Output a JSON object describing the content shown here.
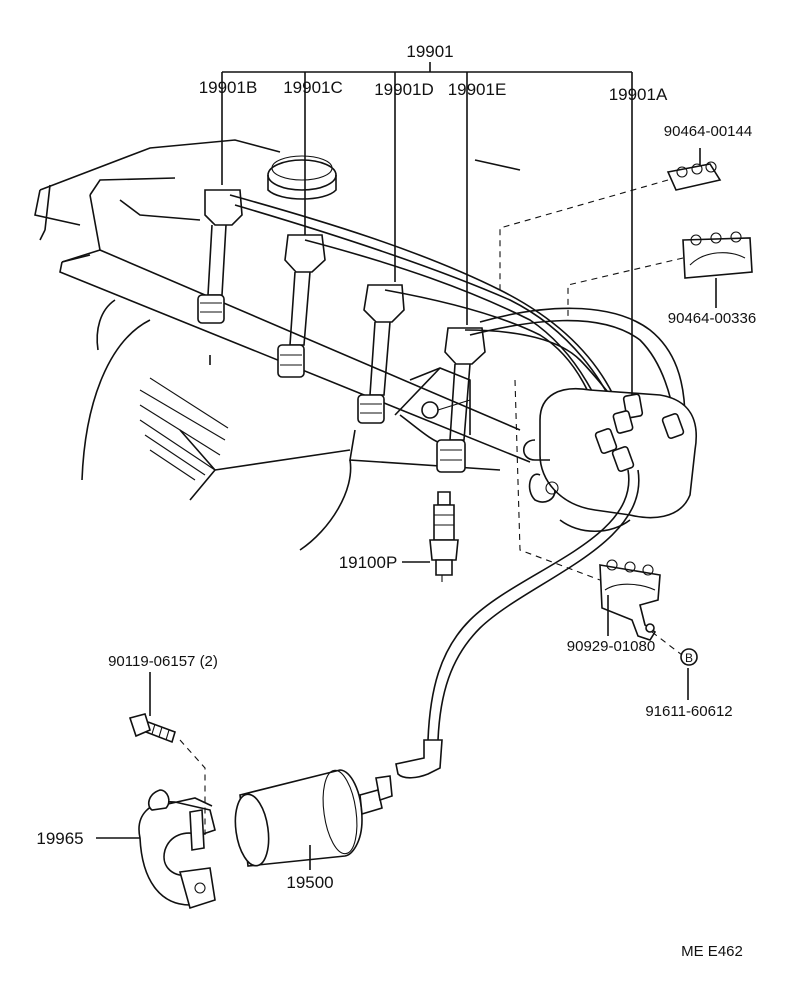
{
  "labels": {
    "wire_set": "19901",
    "wire_b": "19901B",
    "wire_c": "19901C",
    "wire_d": "19901D",
    "wire_e": "19901E",
    "wire_a": "19901A",
    "clamp_upper": "90464-00144",
    "clamp_mid": "90464-00336",
    "spark_plug": "19100P",
    "screw": "90119-06157 (2)",
    "bracket_clamp": "90929-01080",
    "bolt_ref": "B",
    "bolt": "91611-60612",
    "coil_bracket": "19965",
    "ignition_coil": "19500",
    "figure_code": "ME E462"
  }
}
